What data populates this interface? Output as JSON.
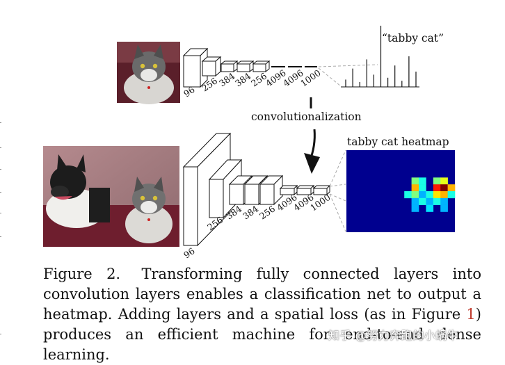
{
  "top_net": {
    "output_label": "“tabby cat”",
    "layer_labels": [
      "96",
      "256",
      "384",
      "384",
      "256",
      "4096",
      "4096",
      "1000"
    ],
    "bar_values": [
      0.12,
      0.3,
      0.08,
      0.45,
      0.2,
      1.0,
      0.15,
      0.35,
      0.1,
      0.5,
      0.25
    ]
  },
  "transition_label": "convolutionalization",
  "bottom_net": {
    "heatmap_title": "tabby cat heatmap",
    "layer_labels": [
      "96",
      "256",
      "384",
      "384",
      "256",
      "4096",
      "4096",
      "1000"
    ],
    "heatmap": [
      [
        0,
        0,
        0,
        0,
        0,
        0,
        0,
        0,
        0,
        0,
        0,
        0,
        0,
        0,
        0
      ],
      [
        0,
        0,
        0,
        0,
        0,
        0,
        0,
        0,
        0,
        0,
        0,
        0,
        0,
        0,
        0
      ],
      [
        0,
        0,
        0,
        0,
        0,
        0,
        0,
        0,
        0,
        0,
        0,
        0,
        0,
        0,
        0
      ],
      [
        0,
        0,
        0,
        0,
        0,
        0,
        0,
        0,
        0,
        0,
        0,
        0,
        0,
        0,
        0
      ],
      [
        0,
        0,
        0,
        0,
        0,
        0,
        0,
        0,
        0,
        0.5,
        0.4,
        0,
        0.5,
        0.6,
        0
      ],
      [
        0,
        0,
        0,
        0,
        0,
        0,
        0,
        0,
        0,
        0.7,
        0.4,
        0,
        0.85,
        1.0,
        0.7
      ],
      [
        0,
        0,
        0,
        0,
        0,
        0,
        0,
        0,
        0.4,
        0.5,
        0.3,
        0.4,
        0.65,
        0.7,
        0.4
      ],
      [
        0,
        0,
        0,
        0,
        0,
        0,
        0,
        0,
        0,
        0.3,
        0.4,
        0.3,
        0.4,
        0.3,
        0
      ],
      [
        0,
        0,
        0,
        0,
        0,
        0,
        0,
        0,
        0,
        0.3,
        0,
        0.35,
        0,
        0.3,
        0
      ],
      [
        0,
        0,
        0,
        0,
        0,
        0,
        0,
        0,
        0,
        0,
        0,
        0,
        0,
        0,
        0
      ],
      [
        0,
        0,
        0,
        0,
        0,
        0,
        0,
        0,
        0,
        0,
        0,
        0,
        0,
        0,
        0
      ],
      [
        0,
        0,
        0,
        0,
        0,
        0,
        0,
        0,
        0,
        0,
        0,
        0,
        0,
        0,
        0
      ]
    ]
  },
  "caption": {
    "figure_number": "Figure 2.",
    "text_before_ref": "Transforming fully connected layers into convolution layers enables a classification net to output a heatmap. Adding layers and a spatial loss (as in Figure ",
    "ref": "1",
    "text_after_ref": ") produces an efficient machine for end-to-end dense learning."
  },
  "watermark": "知乎 @努力奔跑的小蜗牛",
  "colors": {
    "heatmap_bg": "#00008f",
    "ref_link": "#c0392b"
  }
}
